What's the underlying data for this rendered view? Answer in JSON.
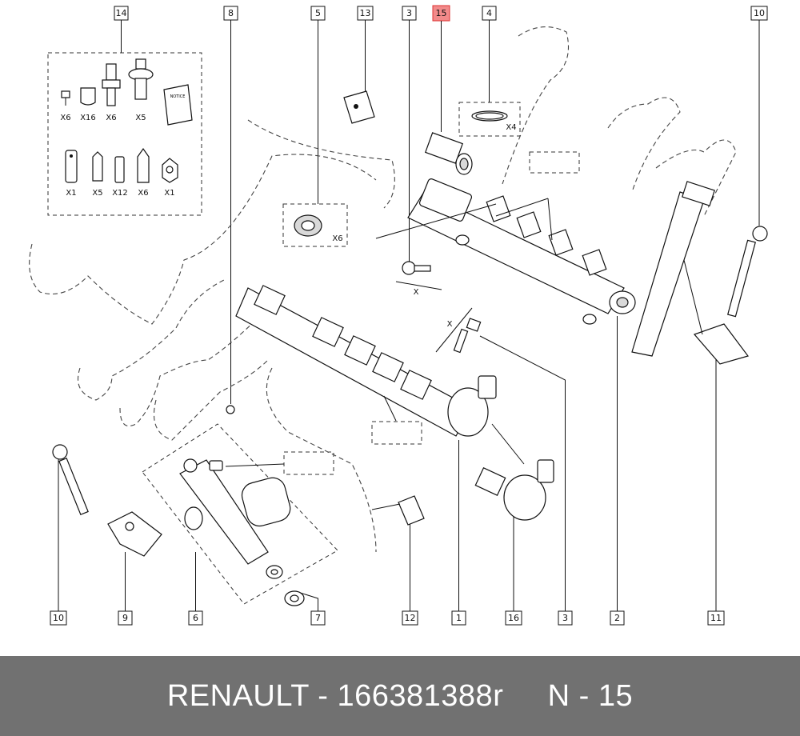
{
  "footer": {
    "text": "RENAULT - 166381388r     N - 15"
  },
  "callouts": {
    "c14": "14",
    "c8": "8",
    "c5": "5",
    "c13": "13",
    "c3_top": "3",
    "c15": "15",
    "c4": "4",
    "c10_top": "10",
    "c10_bottom": "10",
    "c9": "9",
    "c6": "6",
    "c7": "7",
    "c12": "12",
    "c1": "1",
    "c16": "16",
    "c3_bottom": "3",
    "c2": "2",
    "c11": "11"
  },
  "highlight_color": "#f28a8a",
  "kit": {
    "q1": "X6",
    "q2": "X16",
    "q3": "X6",
    "q4": "X5",
    "q5": "X1",
    "q6": "X5",
    "q7": "X12",
    "q8": "X6",
    "q9": "X1",
    "notice": "NOTICE"
  },
  "seal_qty": "X6",
  "oring_qty": "X4",
  "dim_x1": "X",
  "dim_x2": "X"
}
